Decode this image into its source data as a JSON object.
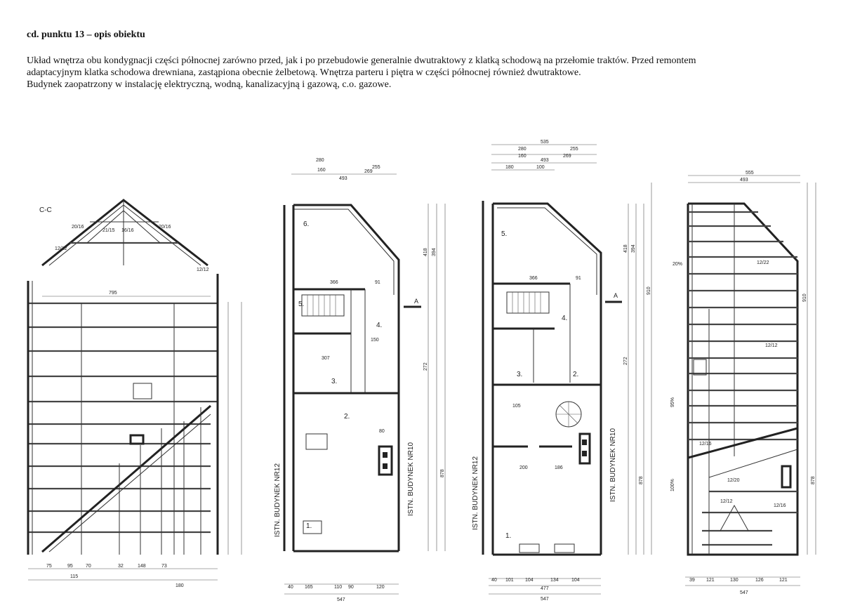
{
  "heading": "cd. punktu 13 – opis obiektu",
  "paragraph": {
    "line1": "Układ wnętrza obu kondygnacji części północnej zarówno przed, jak i po przebudowie generalnie dwutraktowy z klatką schodową na przełomie traktów. Przed remontem",
    "line2": "adaptacyjnym klatka schodowa drewniana, zastąpiona obecnie żelbetową. Wnętrza parteru i piętra w części północnej również dwutraktowe.",
    "line3": "Budynek zaopatrzony w instalację elektryczną, wodną, kanalizacyjną i gazową, c.o. gazowe."
  },
  "drawings": {
    "section": {
      "label": "C-C",
      "roof_labels": [
        "20/16",
        "21/15",
        "16/16",
        "20/16",
        "12/12",
        "12/12"
      ],
      "dims": [
        "795",
        "75",
        "95",
        "70",
        "32",
        "148",
        "73",
        "115",
        "180"
      ]
    },
    "plan_ground": {
      "room_labels": [
        "6.",
        "5.",
        "4.",
        "3.",
        "2.",
        "1."
      ],
      "dims_top": [
        "280",
        "160",
        "493",
        "255",
        "269"
      ],
      "dims_inner": [
        "366",
        "307",
        "91",
        "150",
        "80"
      ],
      "dims_bottom": [
        "40",
        "165",
        "110",
        "90",
        "120",
        "547"
      ],
      "dims_side": [
        "418",
        "394",
        "272",
        "878"
      ],
      "neighbour_left": "ISTN. BUDYNEK NR12",
      "neighbour_right": "ISTN. BUDYNEK NR10",
      "section_mark": "A"
    },
    "plan_upper": {
      "room_labels": [
        "5.",
        "4.",
        "3.",
        "2.",
        "1."
      ],
      "dims_top": [
        "535",
        "280",
        "255",
        "160",
        "269",
        "493",
        "180",
        "100"
      ],
      "dims_inner": [
        "366",
        "91",
        "105",
        "200",
        "186"
      ],
      "dims_bottom": [
        "40",
        "101",
        "104",
        "134",
        "104",
        "477",
        "547"
      ],
      "dims_side": [
        "418",
        "394",
        "272",
        "878",
        "910"
      ],
      "neighbour_left": "ISTN. BUDYNEK NR12",
      "neighbour_right": "ISTN. BUDYNEK NR10",
      "section_mark": "A"
    },
    "roof_plan": {
      "dims_top": [
        "555",
        "493"
      ],
      "slope_labels": [
        "20%",
        "95%",
        "100%"
      ],
      "beam_labels": [
        "12/22",
        "12/12",
        "12/16",
        "12/20",
        "12/12",
        "12/16"
      ],
      "dims_bottom": [
        "39",
        "121",
        "130",
        "126",
        "121",
        "547"
      ],
      "dims_side": [
        "910",
        "878"
      ]
    }
  }
}
